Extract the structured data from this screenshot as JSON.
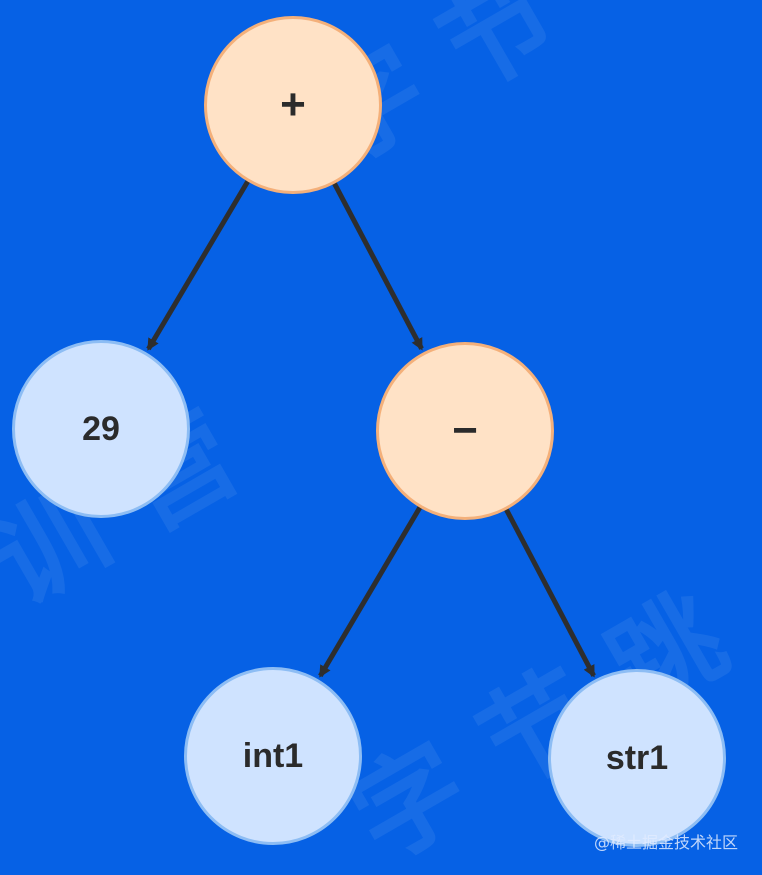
{
  "colors": {
    "background": "#0661E5",
    "operator_fill": "#FFE2C6",
    "operator_border": "#F4B07A",
    "operand_fill": "#CFE3FF",
    "operand_border": "#8DBDF4",
    "edge": "#2E2E2E"
  },
  "tree": {
    "root": {
      "label": "+"
    },
    "left": {
      "label": "29"
    },
    "right": {
      "label": "−"
    },
    "right_left": {
      "label": "int1"
    },
    "right_right": {
      "label": "str1"
    }
  },
  "edges": [
    [
      "root",
      "left"
    ],
    [
      "root",
      "right"
    ],
    [
      "right",
      "right_left"
    ],
    [
      "right",
      "right_right"
    ]
  ],
  "watermark": {
    "credit": "@稀土掘金技术社区"
  }
}
